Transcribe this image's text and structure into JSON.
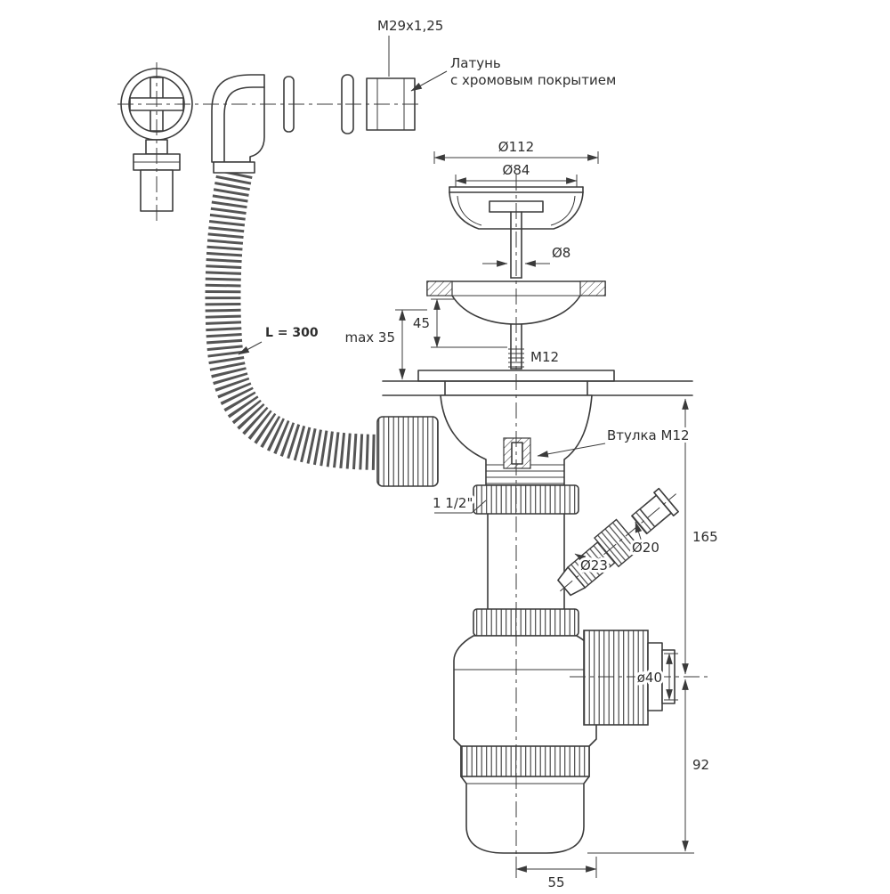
{
  "colors": {
    "line": "#3b3b3b",
    "text": "#2e2e2e",
    "hose": "#555555",
    "background": "#ffffff"
  },
  "labels": {
    "thread_nut": "M29x1,25",
    "material_line1": "Латунь",
    "material_line2": "с хромовым покрытием",
    "dia112": "Ø112",
    "dia84": "Ø84",
    "dia8": "Ø8",
    "dim45": "45",
    "max35": "max 35",
    "m12": "M12",
    "hose_length": "L = 300",
    "bushing": "Втулка M12",
    "thread_bottom": "1 1/2\"",
    "dia20": "Ø20",
    "dia23": "Ø23",
    "dim165": "165",
    "dia40": "ø40",
    "dim92": "92",
    "dim55": "55"
  }
}
